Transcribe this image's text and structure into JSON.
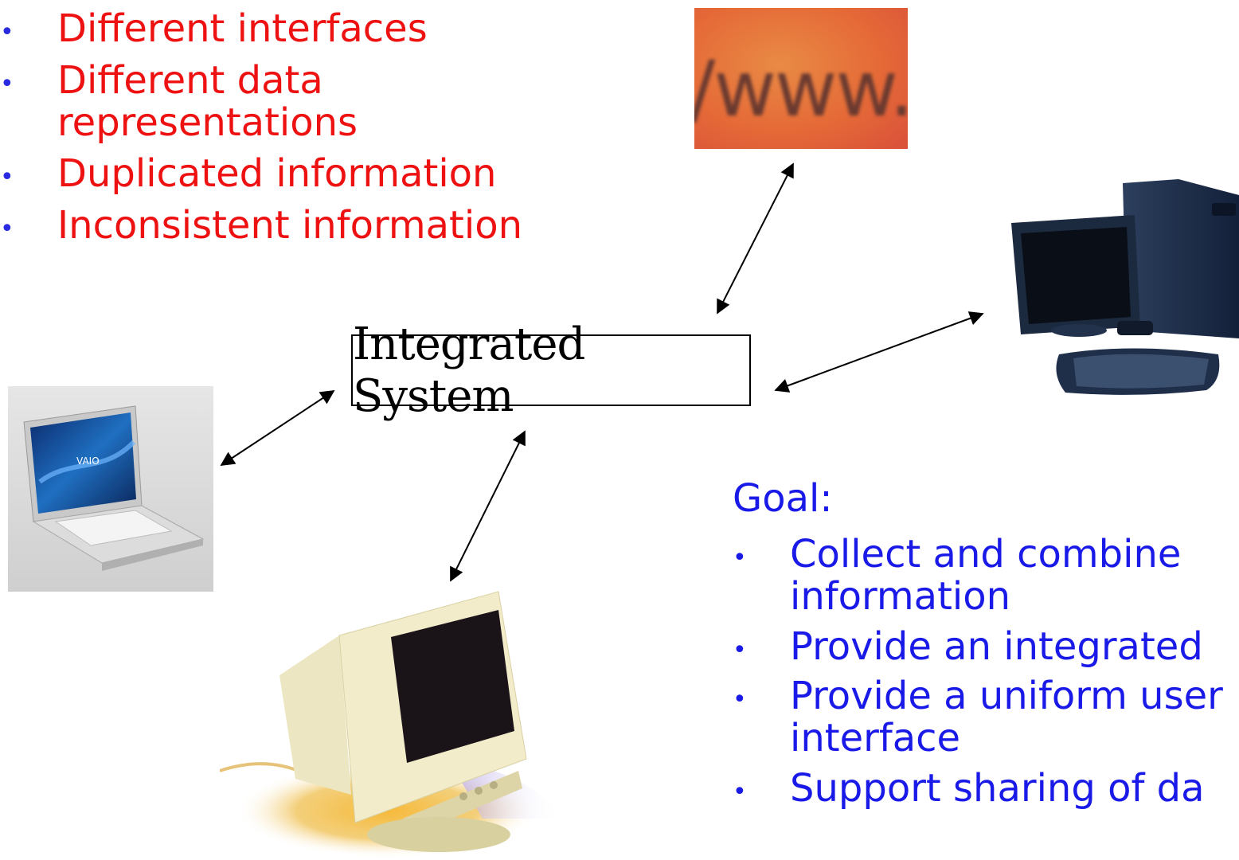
{
  "problems": [
    "Different interfaces",
    "Different data representations",
    "Duplicated information",
    "Inconsistent information"
  ],
  "bullet_char": "•",
  "center_label": "Integrated System",
  "goal": {
    "title": "Goal:",
    "items": [
      "Collect and combine information",
      "Provide an integrated",
      "Provide a uniform user interface",
      "Support sharing of da"
    ]
  },
  "images": {
    "www": {
      "text": "/www.",
      "icon": "www-banner"
    },
    "laptop": {
      "icon": "laptop-computer",
      "brand": "VAIO"
    },
    "desktop": {
      "icon": "desktop-computer"
    },
    "crt": {
      "icon": "crt-monitor"
    }
  },
  "colors": {
    "problem_text": "#ee1111",
    "goal_text": "#1a1ae8",
    "box_border": "#000000"
  }
}
